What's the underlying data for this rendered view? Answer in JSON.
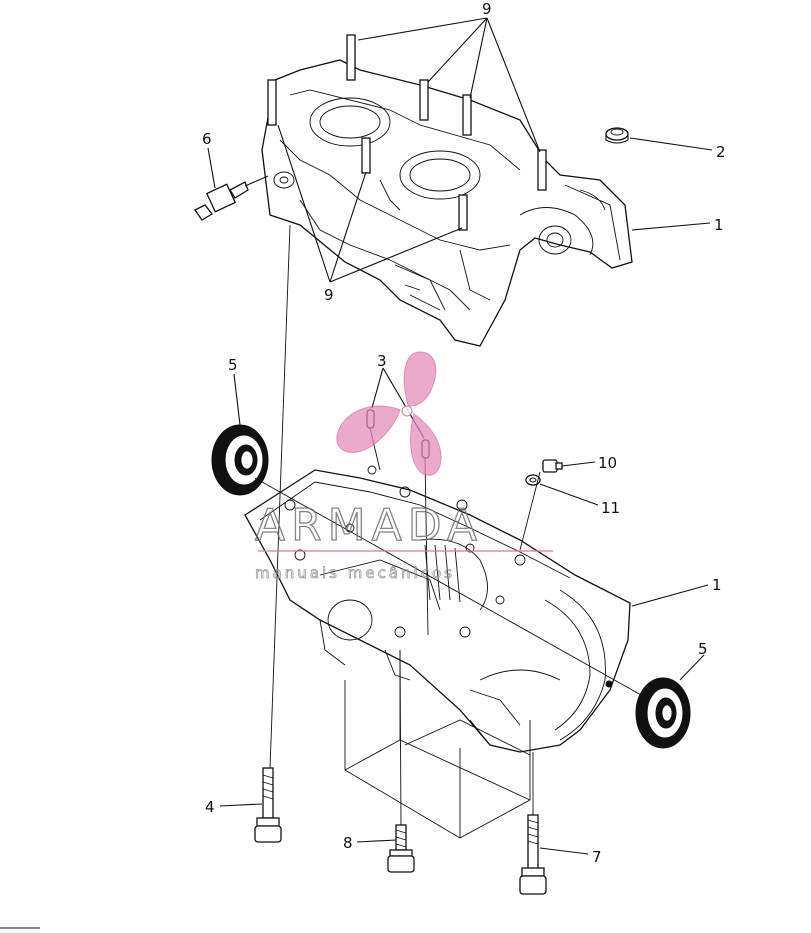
{
  "callouts": {
    "c9_top": "9",
    "c9_bottom": "9",
    "c6": "6",
    "c2": "2",
    "c1_top": "1",
    "c5_left": "5",
    "c3": "3",
    "c10": "10",
    "c11": "11",
    "c1_bottom": "1",
    "c5_right": "5",
    "c4": "4",
    "c8": "8",
    "c7": "7"
  },
  "watermark": {
    "brand": "ARMADA",
    "tagline": "manuais mecânicos",
    "color_logo": "#e48ab8",
    "color_text": "#6f6f6f"
  },
  "colors": {
    "line": "#111111",
    "background": "#ffffff"
  }
}
